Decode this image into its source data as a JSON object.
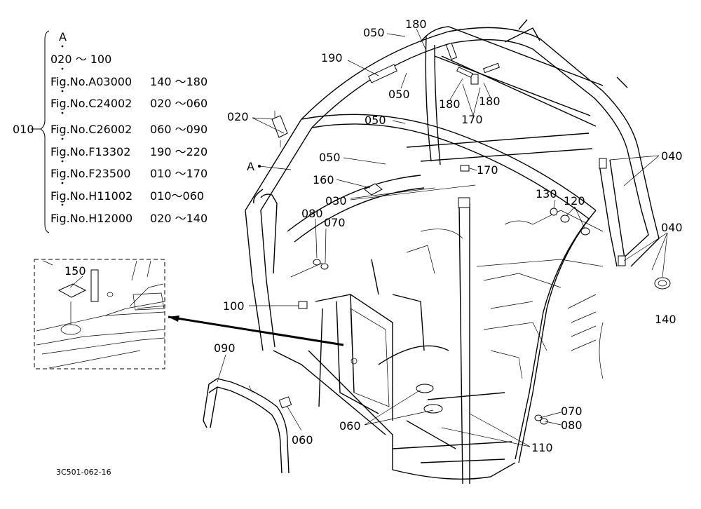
{
  "legend": {
    "key": "A",
    "main_id": "010",
    "entries": [
      {
        "prefix": "",
        "range": "020 ～ 100"
      },
      {
        "prefix": "Fig.No.A03000",
        "range": "140 ～180"
      },
      {
        "prefix": "Fig.No.C24002",
        "range": "020 ～060"
      },
      {
        "prefix": "Fig.No.C26002",
        "range": "060 ～090"
      },
      {
        "prefix": "Fig.No.F13302",
        "range": "190 ～220"
      },
      {
        "prefix": "Fig.No.F23500",
        "range": "010 ～170"
      },
      {
        "prefix": "Fig.No.H11002",
        "range": "010～060"
      },
      {
        "prefix": "Fig.No.H12000",
        "range": "020 ～140"
      }
    ]
  },
  "callouts": {
    "c050a": "050",
    "c180a": "180",
    "c190": "190",
    "c050b": "050",
    "c180b": "180",
    "c180c": "180",
    "c170a": "170",
    "c020": "020",
    "c050c": "050",
    "c050d": "050",
    "c170b": "170",
    "cA": "A",
    "c160": "160",
    "c030": "030",
    "c040a": "040",
    "c130": "130",
    "c120": "120",
    "c080a": "080",
    "c070a": "070",
    "c040b": "040",
    "c150": "150",
    "c100": "100",
    "c140": "140",
    "c090": "090",
    "c070b": "070",
    "c080b": "080",
    "c060a": "060",
    "c060b": "060",
    "c110": "110"
  },
  "drawing_code": "3C501-062-16"
}
